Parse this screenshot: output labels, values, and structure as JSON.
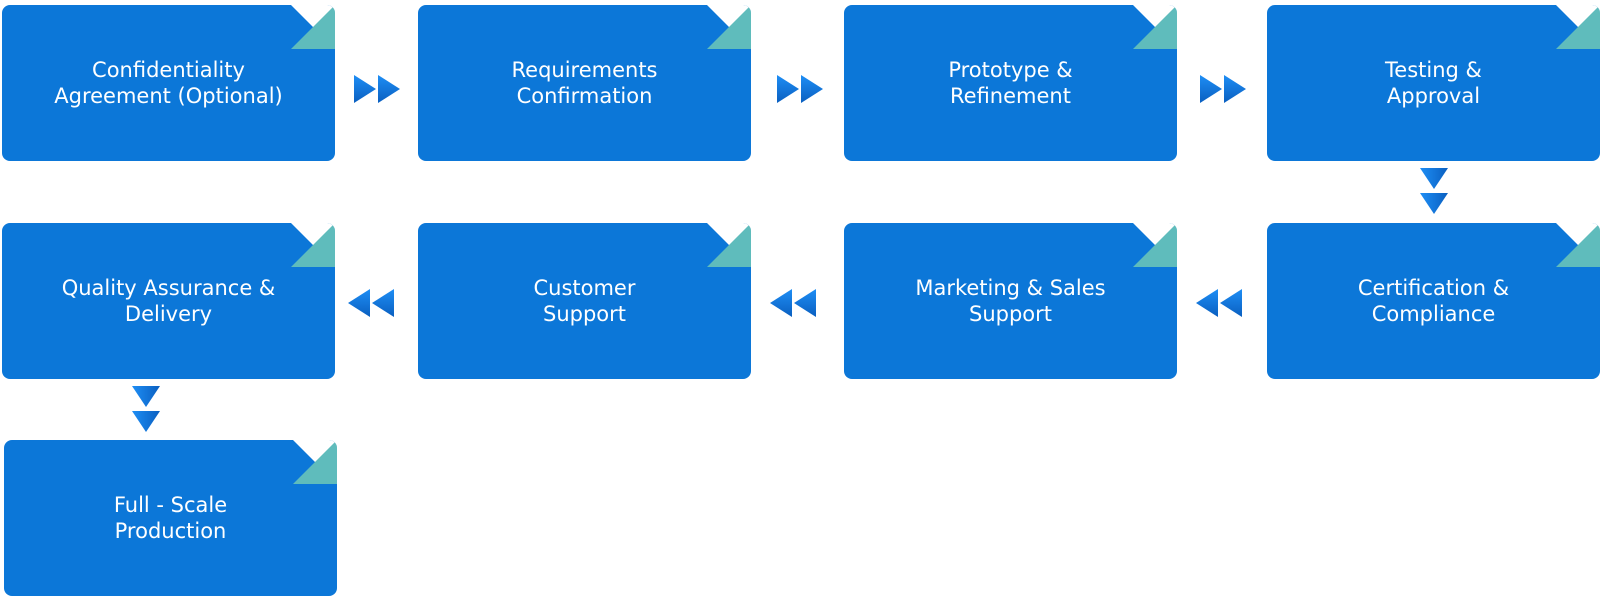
{
  "diagram": {
    "type": "process-flow",
    "steps": [
      {
        "label": "Confidentiality\nAgreement (Optional)"
      },
      {
        "label": "Requirements\nConfirmation"
      },
      {
        "label": "Prototype &\nRefinement"
      },
      {
        "label": "Testing &\nApproval"
      },
      {
        "label": "Certification &\nCompliance"
      },
      {
        "label": "Marketing & Sales\nSupport"
      },
      {
        "label": "Customer\nSupport"
      },
      {
        "label": "Quality Assurance &\nDelivery"
      },
      {
        "label": "Full - Scale\nProduction"
      }
    ],
    "colors": {
      "card": "#0c77d8",
      "fold": "#5fbcbc",
      "arrow_light": "#1e8ef5",
      "arrow_dark": "#0a5fc0"
    }
  }
}
